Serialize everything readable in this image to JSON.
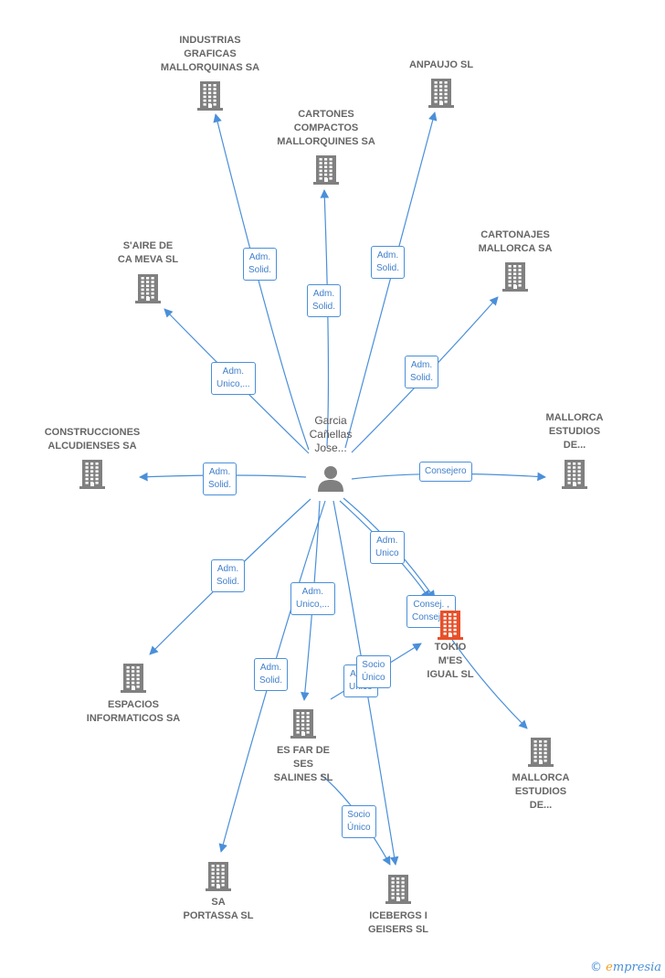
{
  "center": {
    "label_lines": [
      "Garcia",
      "Cañellas",
      "Jose..."
    ],
    "icon": "person-icon"
  },
  "nodes": [
    {
      "id": "industrias",
      "label_lines": [
        "INDUSTRIAS",
        "GRAFICAS",
        "MALLORQUINAS SA"
      ],
      "icon": "building-icon"
    },
    {
      "id": "anpaujo",
      "label_lines": [
        "ANPAUJO  SL"
      ],
      "icon": "building-icon"
    },
    {
      "id": "cartones",
      "label_lines": [
        "CARTONES",
        "COMPACTOS",
        "MALLORQUINES SA"
      ],
      "icon": "building-icon"
    },
    {
      "id": "saire",
      "label_lines": [
        "S'AIRE DE",
        "CA MEVA  SL"
      ],
      "icon": "building-icon"
    },
    {
      "id": "cartonajes",
      "label_lines": [
        "CARTONAJES",
        "MALLORCA SA"
      ],
      "icon": "building-icon"
    },
    {
      "id": "construcciones",
      "label_lines": [
        "CONSTRUCCIONES",
        "ALCUDIENSES SA"
      ],
      "icon": "building-icon"
    },
    {
      "id": "mallorca1",
      "label_lines": [
        "MALLORCA",
        "ESTUDIOS",
        "DE..."
      ],
      "icon": "building-icon"
    },
    {
      "id": "tokio",
      "label_lines": [
        "TOKIO",
        "M'ES",
        "IGUAL  SL"
      ],
      "icon": "building-icon",
      "highlight": true
    },
    {
      "id": "espacios",
      "label_lines": [
        "ESPACIOS",
        "INFORMATICOS SA"
      ],
      "icon": "building-icon"
    },
    {
      "id": "esfar",
      "label_lines": [
        "ES FAR DE",
        "SES",
        "SALINES  SL"
      ],
      "icon": "building-icon"
    },
    {
      "id": "mallorca2",
      "label_lines": [
        "MALLORCA",
        "ESTUDIOS",
        "DE..."
      ],
      "icon": "building-icon"
    },
    {
      "id": "saportassa",
      "label_lines": [
        "SA",
        "PORTASSA SL"
      ],
      "icon": "building-icon"
    },
    {
      "id": "icebergs",
      "label_lines": [
        "ICEBERGS I",
        "GEISERS  SL"
      ],
      "icon": "building-icon"
    }
  ],
  "edges": [
    {
      "id": "e-industrias",
      "label_lines": [
        "Adm.",
        "Solid."
      ]
    },
    {
      "id": "e-cartones",
      "label_lines": [
        "Adm.",
        "Solid."
      ]
    },
    {
      "id": "e-anpaujo",
      "label_lines": [
        "Adm.",
        "Solid."
      ]
    },
    {
      "id": "e-saire",
      "label_lines": [
        "Adm.",
        "Unico,..."
      ]
    },
    {
      "id": "e-cartonajes",
      "label_lines": [
        "Adm.",
        "Solid."
      ]
    },
    {
      "id": "e-construcciones",
      "label_lines": [
        "Adm.",
        "Solid."
      ]
    },
    {
      "id": "e-mallorca1",
      "label_lines": [
        "Consejero"
      ]
    },
    {
      "id": "e-tokio-a",
      "label_lines": [
        "Adm.",
        "Unico"
      ]
    },
    {
      "id": "e-tokio-b",
      "label_lines": [
        "Consej. ,",
        "Consej...."
      ]
    },
    {
      "id": "e-espacios",
      "label_lines": [
        "Adm.",
        "Solid."
      ]
    },
    {
      "id": "e-esfar",
      "label_lines": [
        "Adm.",
        "Unico,..."
      ]
    },
    {
      "id": "e-saportassa",
      "label_lines": [
        "Adm.",
        "Solid."
      ]
    },
    {
      "id": "e-icebergs",
      "label_lines": [
        "Adm.",
        "Unico"
      ]
    },
    {
      "id": "e-esfar-tokio",
      "label_lines": [
        "Socio",
        "Único"
      ]
    },
    {
      "id": "e-esfar-icebergs",
      "label_lines": [
        "Socio",
        "Único"
      ]
    }
  ],
  "colors": {
    "edge": "#4a8fd9",
    "node": "#808080",
    "highlight": "#e8502a",
    "label": "#666666"
  },
  "brand": {
    "copyright": "©",
    "initial": "e",
    "name": "mpresia"
  }
}
